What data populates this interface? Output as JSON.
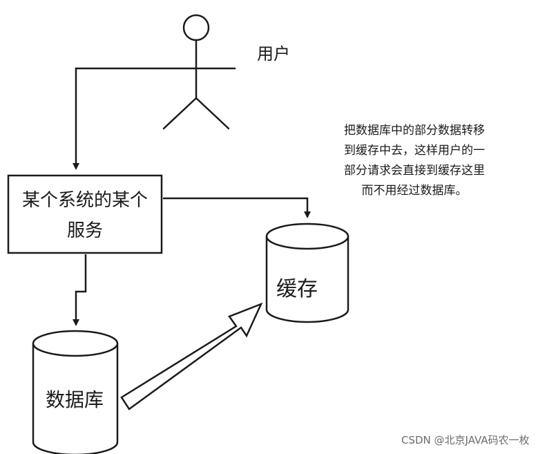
{
  "user": {
    "label": "用户"
  },
  "service": {
    "label_line1": "某个系统的某个",
    "label_line2": "服务"
  },
  "cache": {
    "label": "缓存"
  },
  "database": {
    "label": "数据库"
  },
  "annotation": {
    "lines": [
      "把数据库中的部分数据转移",
      "到缓存中去，这样用户的一",
      "部分请求会直接到缓存这里",
      "而不用经过数据库。"
    ]
  },
  "watermark": {
    "text": "CSDN @北京JAVA码农一枚"
  },
  "colors": {
    "stroke": "#1a1a1a",
    "background": "#ffffff"
  }
}
